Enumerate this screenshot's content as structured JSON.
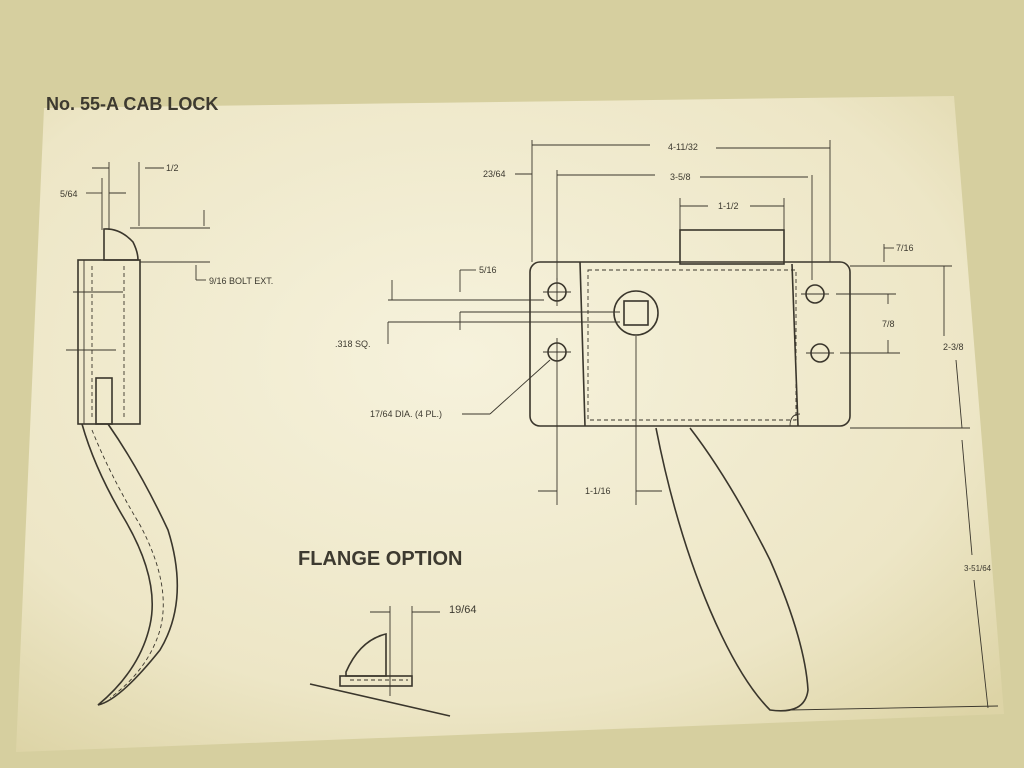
{
  "title": "No. 55-A CAB LOCK",
  "flange_title": "FLANGE OPTION",
  "colors": {
    "paper": "#f1ecd3",
    "background": "#d9d2a2",
    "ink": "#3a362c"
  },
  "side_view": {
    "dim_top_right": "1/2",
    "dim_top_left": "5/64",
    "bolt_ext": "9/16 BOLT EXT."
  },
  "front_view": {
    "overall_width": "4-11/32",
    "hole_span": "3-5/8",
    "spindle_offset": "23/64",
    "top_block": "1-1/2",
    "top_right": "7/16",
    "hole_offset": "5/16",
    "hole_pitch": "7/8",
    "height": "2-3/8",
    "square": ".318 SQ.",
    "holes": "17/64 DIA. (4 PL.)",
    "spindle_from_hole": "1-1/16",
    "overall_height": "3-51/64"
  },
  "flange": {
    "dim": "19/64"
  }
}
